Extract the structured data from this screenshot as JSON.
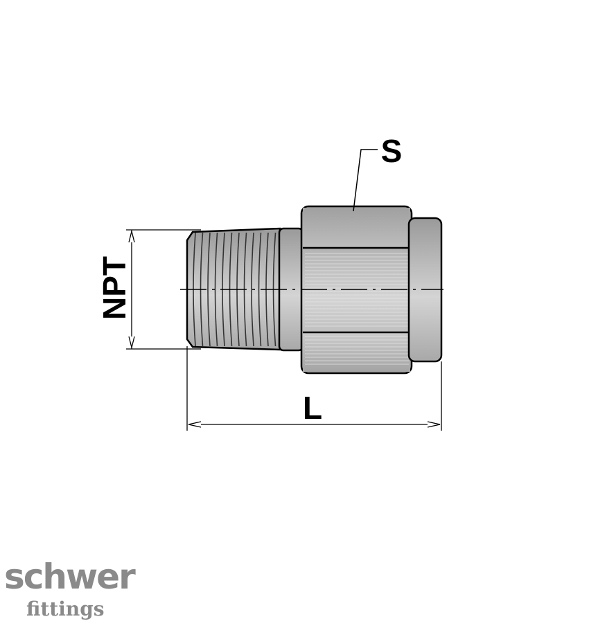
{
  "drawing": {
    "labels": {
      "wrench_size": "S",
      "thread": "NPT",
      "length": "L"
    }
  },
  "logo": {
    "line1": "schwer",
    "line2": "fittings"
  }
}
